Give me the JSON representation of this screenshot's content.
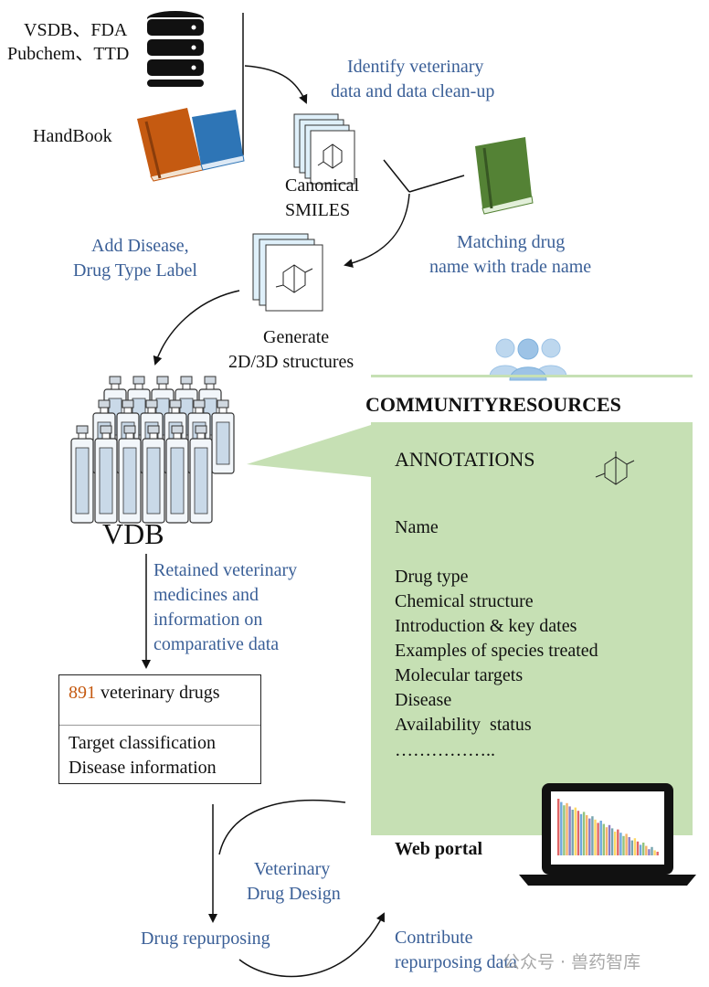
{
  "sources": {
    "db_line1": "VSDB、FDA",
    "db_line2": "Pubchem、TTD",
    "handbook": "HandBook"
  },
  "steps": {
    "identify_line1": "Identify veterinary",
    "identify_line2": "data and data clean-up",
    "canonical_line1": "Canonical",
    "canonical_line2": "SMILES",
    "matching_line1": "Matching drug",
    "matching_line2": "name with trade name",
    "add_label_line1": "Add Disease,",
    "add_label_line2": "Drug Type Label",
    "generate_line1": "Generate",
    "generate_line2": "2D/3D structures"
  },
  "vdb": {
    "title": "VDB",
    "retained_line1": "Retained veterinary",
    "retained_line2": "medicines and",
    "retained_line3": "information on",
    "retained_line4": "comparative data"
  },
  "drug_box": {
    "count": "891",
    "count_label": "veterinary drugs",
    "line1": "Target classification",
    "line2": "Disease information"
  },
  "community": {
    "title": "COMMUNITYRESOURCES",
    "annotations_title": "ANNOTATIONS",
    "fields": [
      "Name",
      "Drug type",
      "Chemical structure",
      "Introduction & key dates",
      "Examples of species treated",
      "Molecular targets",
      "Disease",
      "Availability  status",
      "…………….."
    ]
  },
  "portal": {
    "label": "Web portal"
  },
  "cycle": {
    "design_line1": "Veterinary",
    "design_line2": "Drug Design",
    "repurposing": "Drug repurposing",
    "contribute_line1": "Contribute",
    "contribute_line2": "repurposing data"
  },
  "watermark": "公众号 · 兽药智库",
  "colors": {
    "label_blue": "#3a5f97",
    "panel_green": "#c6e0b4",
    "count_orange": "#c55a11",
    "book_orange": "#c55a11",
    "book_blue": "#2e75b6",
    "book_green": "#548235"
  }
}
